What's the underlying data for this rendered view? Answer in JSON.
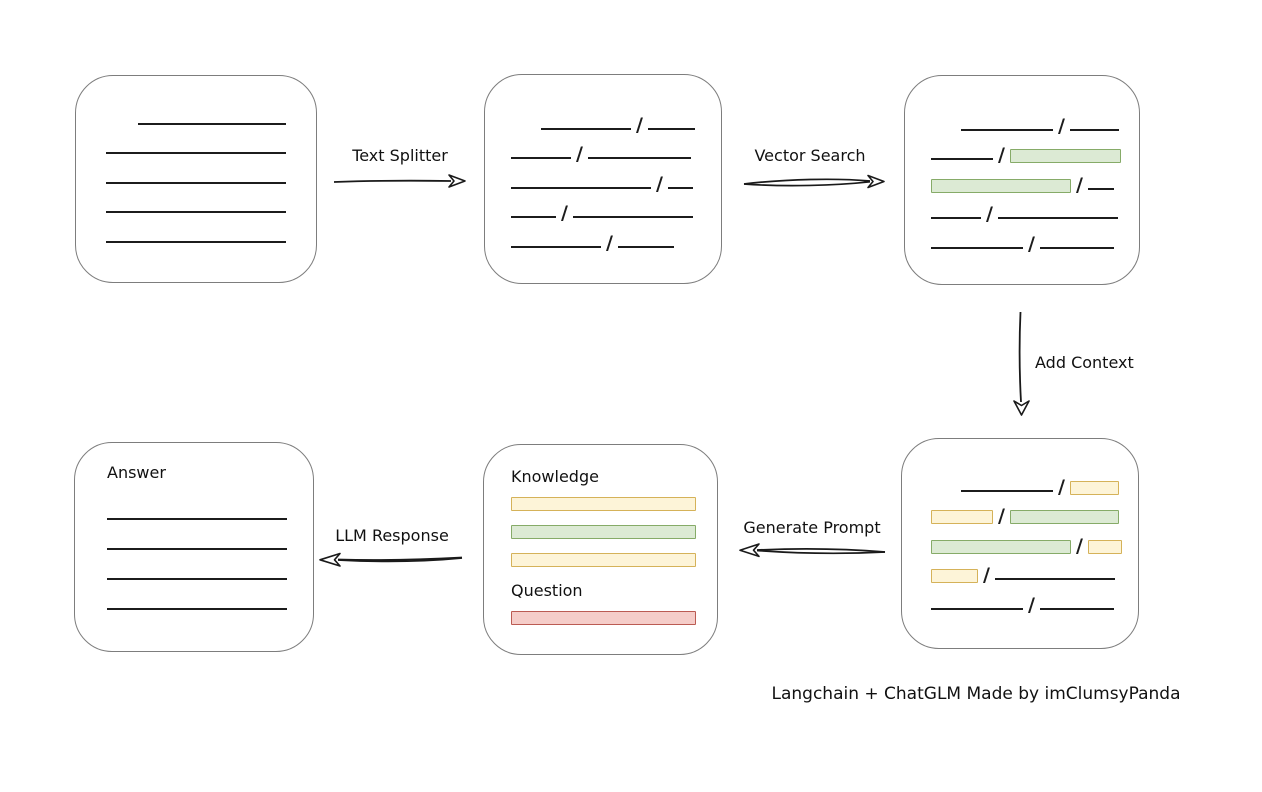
{
  "canvas": {
    "background": "#ffffff"
  },
  "caption": "Langchain + ChatGLM Made by imClumsyPanda",
  "colors": {
    "box_border": "#7d7d7d",
    "ink": "#1c1c1c",
    "green_fill": "#dcead4",
    "green_stroke": "#86ab68",
    "yellow_fill": "#fdf4d8",
    "yellow_stroke": "#d5b259",
    "red_fill": "#f5cdc9",
    "red_stroke": "#bb5b53"
  },
  "arrows": {
    "text_splitter": {
      "label": "Text Splitter",
      "direction": "right"
    },
    "vector_search": {
      "label": "Vector Search",
      "direction": "right"
    },
    "add_context": {
      "label": "Add Context",
      "direction": "down"
    },
    "generate_prompt": {
      "label": "Generate Prompt",
      "direction": "left"
    },
    "llm_response": {
      "label": "LLM Response",
      "direction": "left"
    }
  },
  "boxes": {
    "document": {
      "items": [
        {
          "type": "row",
          "segments": [
            {
              "t": "gap",
              "w": 32
            },
            {
              "t": "line",
              "w": 148
            }
          ]
        },
        {
          "type": "row",
          "segments": [
            {
              "t": "line",
              "w": 180
            }
          ]
        },
        {
          "type": "row",
          "segments": [
            {
              "t": "line",
              "w": 180
            }
          ]
        },
        {
          "type": "row",
          "segments": [
            {
              "t": "line",
              "w": 180
            }
          ]
        },
        {
          "type": "row",
          "segments": [
            {
              "t": "line",
              "w": 180
            }
          ]
        }
      ]
    },
    "split_chunks": {
      "items": [
        {
          "type": "row",
          "segments": [
            {
              "t": "gap",
              "w": 30
            },
            {
              "t": "line",
              "w": 90
            },
            {
              "t": "slash"
            },
            {
              "t": "line",
              "w": 47
            }
          ]
        },
        {
          "type": "row",
          "segments": [
            {
              "t": "line",
              "w": 60
            },
            {
              "t": "slash"
            },
            {
              "t": "line",
              "w": 103
            }
          ]
        },
        {
          "type": "row",
          "segments": [
            {
              "t": "line",
              "w": 140
            },
            {
              "t": "slash"
            },
            {
              "t": "line",
              "w": 25
            }
          ]
        },
        {
          "type": "row",
          "segments": [
            {
              "t": "line",
              "w": 45
            },
            {
              "t": "slash"
            },
            {
              "t": "line",
              "w": 120
            }
          ]
        },
        {
          "type": "row",
          "segments": [
            {
              "t": "line",
              "w": 90
            },
            {
              "t": "slash"
            },
            {
              "t": "line",
              "w": 56
            }
          ]
        }
      ]
    },
    "matched_chunks": {
      "items": [
        {
          "type": "row",
          "segments": [
            {
              "t": "gap",
              "w": 30
            },
            {
              "t": "line",
              "w": 92
            },
            {
              "t": "slash"
            },
            {
              "t": "line",
              "w": 49
            }
          ]
        },
        {
          "type": "row",
          "segments": [
            {
              "t": "line",
              "w": 62
            },
            {
              "t": "slash"
            },
            {
              "t": "green",
              "w": 109
            }
          ]
        },
        {
          "type": "row",
          "segments": [
            {
              "t": "green",
              "w": 138
            },
            {
              "t": "slash"
            },
            {
              "t": "line",
              "w": 26
            }
          ]
        },
        {
          "type": "row",
          "segments": [
            {
              "t": "line",
              "w": 50
            },
            {
              "t": "slash"
            },
            {
              "t": "line",
              "w": 120
            }
          ]
        },
        {
          "type": "row",
          "segments": [
            {
              "t": "line",
              "w": 92
            },
            {
              "t": "slash"
            },
            {
              "t": "line",
              "w": 74
            }
          ]
        }
      ]
    },
    "context_chunks": {
      "items": [
        {
          "type": "row",
          "segments": [
            {
              "t": "gap",
              "w": 30
            },
            {
              "t": "line",
              "w": 92
            },
            {
              "t": "slash"
            },
            {
              "t": "yellow",
              "w": 47
            }
          ]
        },
        {
          "type": "row",
          "segments": [
            {
              "t": "yellow",
              "w": 60
            },
            {
              "t": "slash"
            },
            {
              "t": "green",
              "w": 107
            }
          ]
        },
        {
          "type": "row",
          "segments": [
            {
              "t": "green",
              "w": 138
            },
            {
              "t": "slash"
            },
            {
              "t": "yellow",
              "w": 32
            }
          ]
        },
        {
          "type": "row",
          "segments": [
            {
              "t": "yellow",
              "w": 45
            },
            {
              "t": "slash"
            },
            {
              "t": "line",
              "w": 120
            }
          ]
        },
        {
          "type": "row",
          "segments": [
            {
              "t": "line",
              "w": 92
            },
            {
              "t": "slash"
            },
            {
              "t": "line",
              "w": 74
            }
          ]
        }
      ]
    },
    "prompt": {
      "items": [
        {
          "type": "heading",
          "text": "Knowledge"
        },
        {
          "type": "bar",
          "color": "yellow",
          "w": 183
        },
        {
          "type": "bar",
          "color": "green",
          "w": 183
        },
        {
          "type": "bar",
          "color": "yellow",
          "w": 183
        },
        {
          "type": "heading",
          "text": "Question"
        },
        {
          "type": "bar",
          "color": "red",
          "w": 183
        }
      ]
    },
    "answer": {
      "items": [
        {
          "type": "heading",
          "text": "Answer"
        },
        {
          "type": "row",
          "segments": [
            {
              "t": "line",
              "w": 180
            }
          ]
        },
        {
          "type": "row",
          "segments": [
            {
              "t": "line",
              "w": 180
            }
          ]
        },
        {
          "type": "row",
          "segments": [
            {
              "t": "line",
              "w": 180
            }
          ]
        },
        {
          "type": "row",
          "segments": [
            {
              "t": "line",
              "w": 180
            }
          ]
        }
      ]
    }
  }
}
